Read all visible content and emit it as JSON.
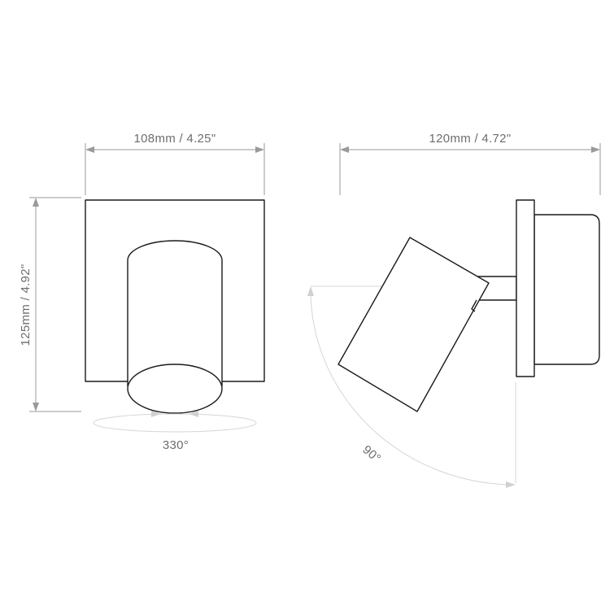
{
  "front_view": {
    "width_label": "108mm / 4.25\"",
    "height_label": "125mm / 4.92\"",
    "rotation_label": "330°"
  },
  "side_view": {
    "depth_label": "120mm / 4.72\"",
    "tilt_label": "90°"
  }
}
